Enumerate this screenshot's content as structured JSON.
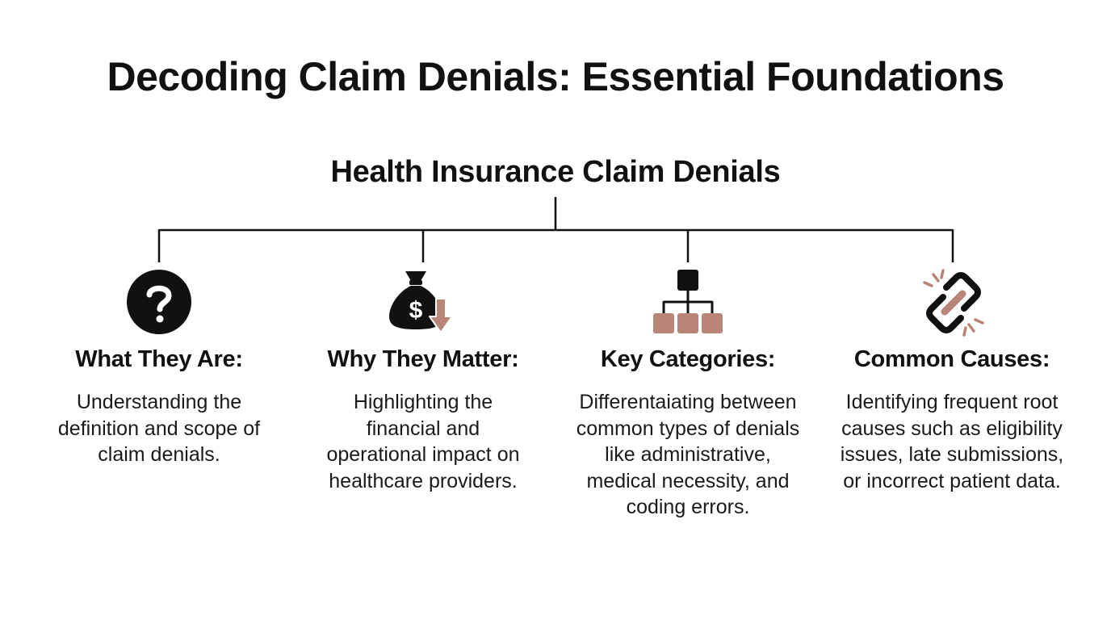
{
  "header": {
    "title": "Decoding Claim Denials: Essential Foundations"
  },
  "tree": {
    "root_label": "Health Insurance Claim Denials",
    "branches": [
      {
        "icon": "question-circle-icon",
        "heading": "What They Are:",
        "description": "Understanding the definition and scope of claim denials."
      },
      {
        "icon": "money-bag-down-arrow-icon",
        "heading": "Why They Matter:",
        "description": "Highlighting the financial and operational impact on healthcare providers."
      },
      {
        "icon": "hierarchy-icon",
        "heading": "Key Categories:",
        "description": "Differentaiating between common types of denials like administrative, medical necessity, and coding errors."
      },
      {
        "icon": "broken-link-icon",
        "heading": "Common Causes:",
        "description": "Identifying frequent root causes such as eligibility issues, late submissions, or incorrect patient data."
      }
    ]
  },
  "colors": {
    "text": "#111111",
    "accent": "#b98576",
    "line": "#111111"
  }
}
